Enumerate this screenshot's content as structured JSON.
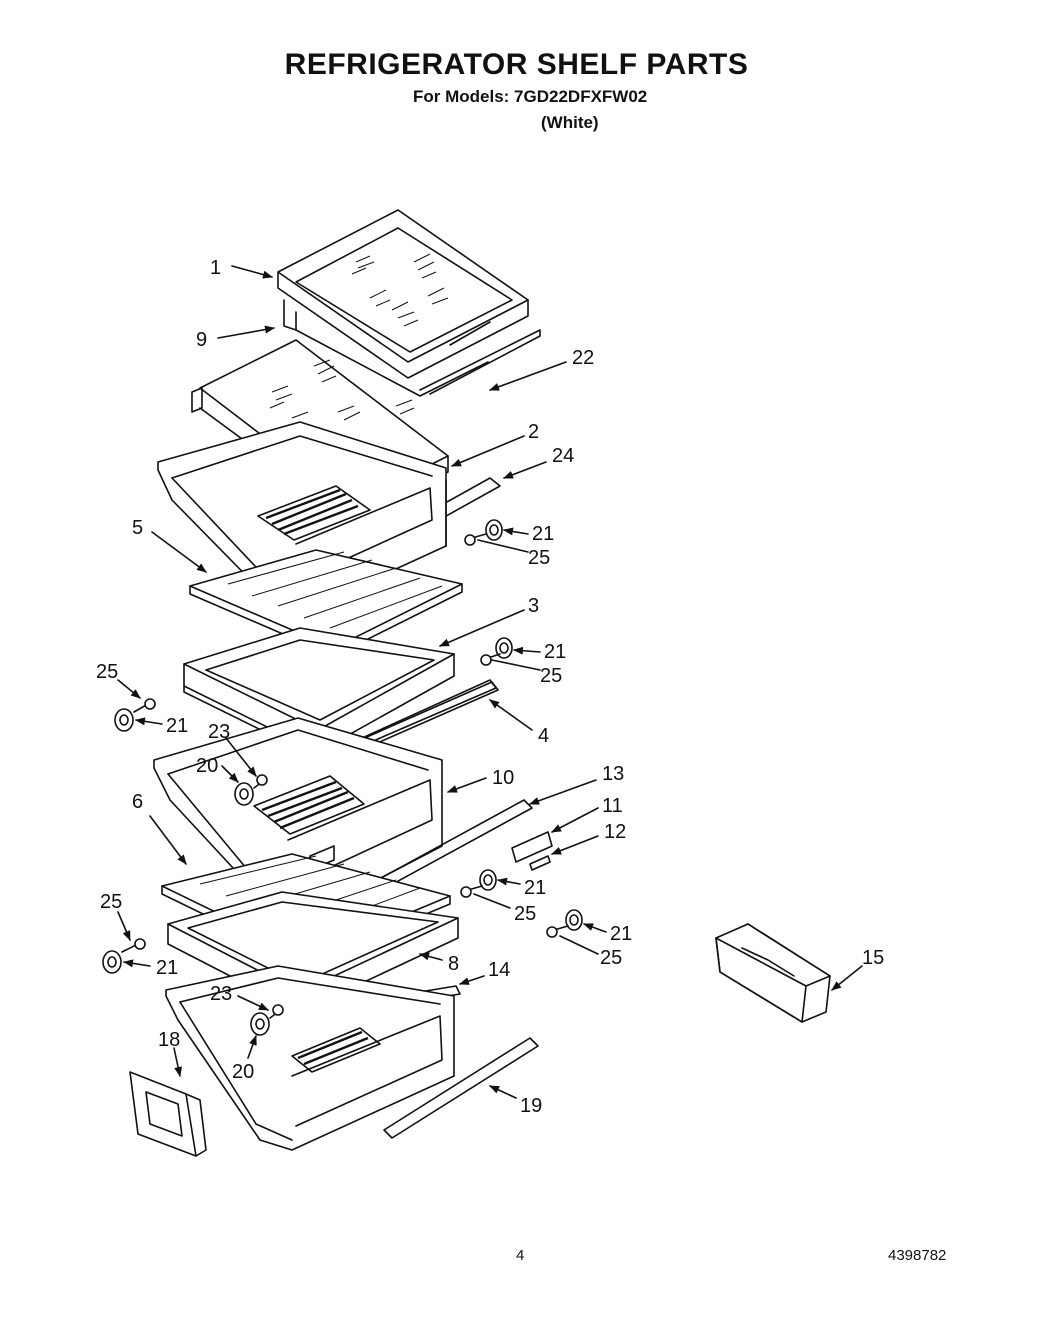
{
  "header": {
    "title": "REFRIGERATOR SHELF PARTS",
    "models": "For Models: 7GD22DFXFW02",
    "color": "(White)"
  },
  "footer": {
    "page_number": "4",
    "document_number": "4398782"
  },
  "callouts": {
    "c1": "1",
    "c9": "9",
    "c22": "22",
    "c2": "2",
    "c24": "24",
    "c21a": "21",
    "c25a": "25",
    "c5": "5",
    "c3": "3",
    "c21b": "21",
    "c25b": "25",
    "c25c": "25",
    "c21c": "21",
    "c4": "4",
    "c23a": "23",
    "c20a": "20",
    "c10": "10",
    "c13": "13",
    "c11": "11",
    "c12": "12",
    "c6": "6",
    "c21d": "21",
    "c25d": "25",
    "c25e": "25",
    "c21e": "21",
    "c21f": "21",
    "c25f": "25",
    "c8": "8",
    "c14": "14",
    "c15": "15",
    "c23b": "23",
    "c18": "18",
    "c20b": "20",
    "c19": "19"
  }
}
